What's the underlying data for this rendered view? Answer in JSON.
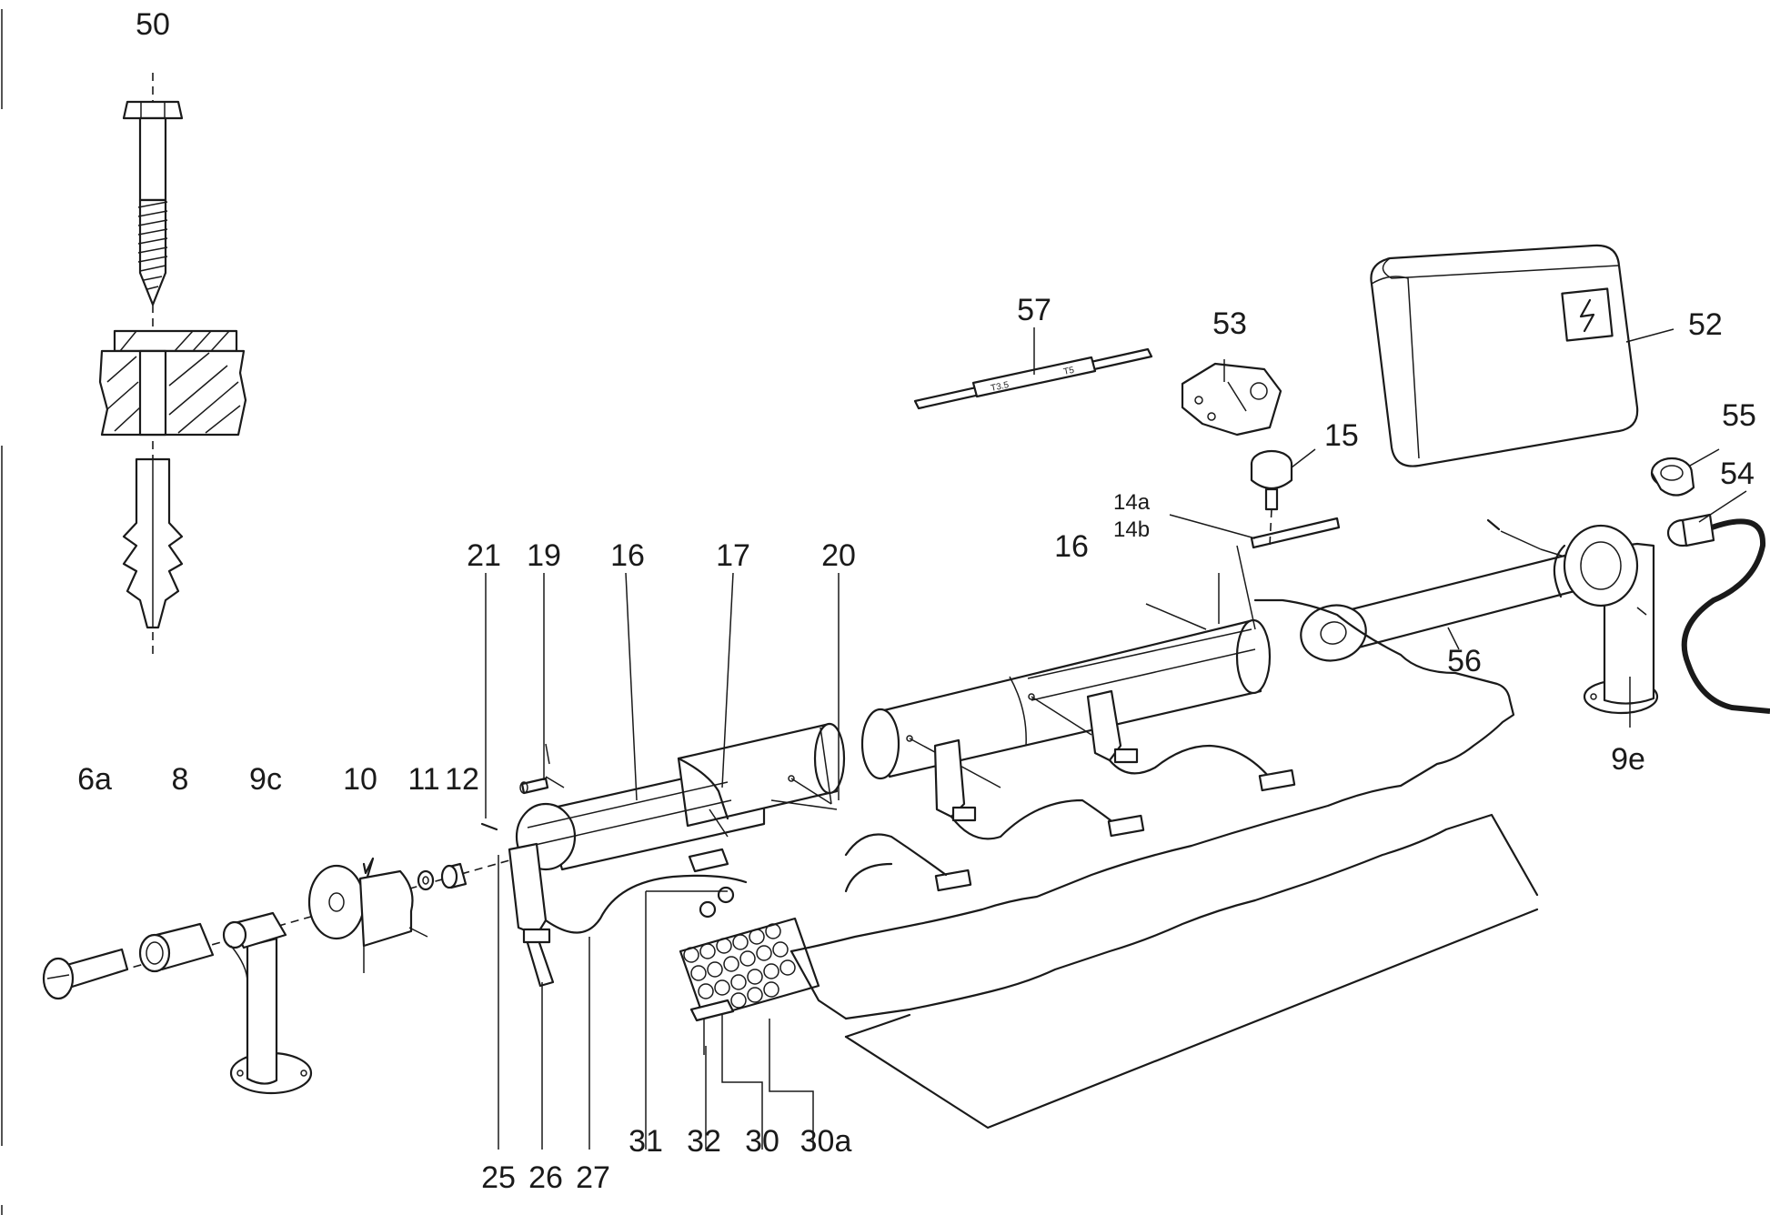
{
  "diagram": {
    "labels": {
      "l50": "50",
      "l57": "57",
      "l53": "53",
      "l52": "52",
      "l55": "55",
      "l54": "54",
      "l15": "15",
      "l14a": "14a",
      "l14b": "14b",
      "l21": "21",
      "l19": "19",
      "l16a": "16",
      "l17": "17",
      "l20": "20",
      "l16b": "16",
      "l56": "56",
      "l9e": "9e",
      "l6a": "6a",
      "l8": "8",
      "l9c": "9c",
      "l10": "10",
      "l11": "11",
      "l12": "12",
      "l31": "31",
      "l32": "32",
      "l30": "30",
      "l30a": "30a",
      "l25": "25",
      "l26": "26",
      "l27": "27"
    },
    "tube_marks": {
      "left": "T3.5",
      "right": "T5"
    }
  }
}
